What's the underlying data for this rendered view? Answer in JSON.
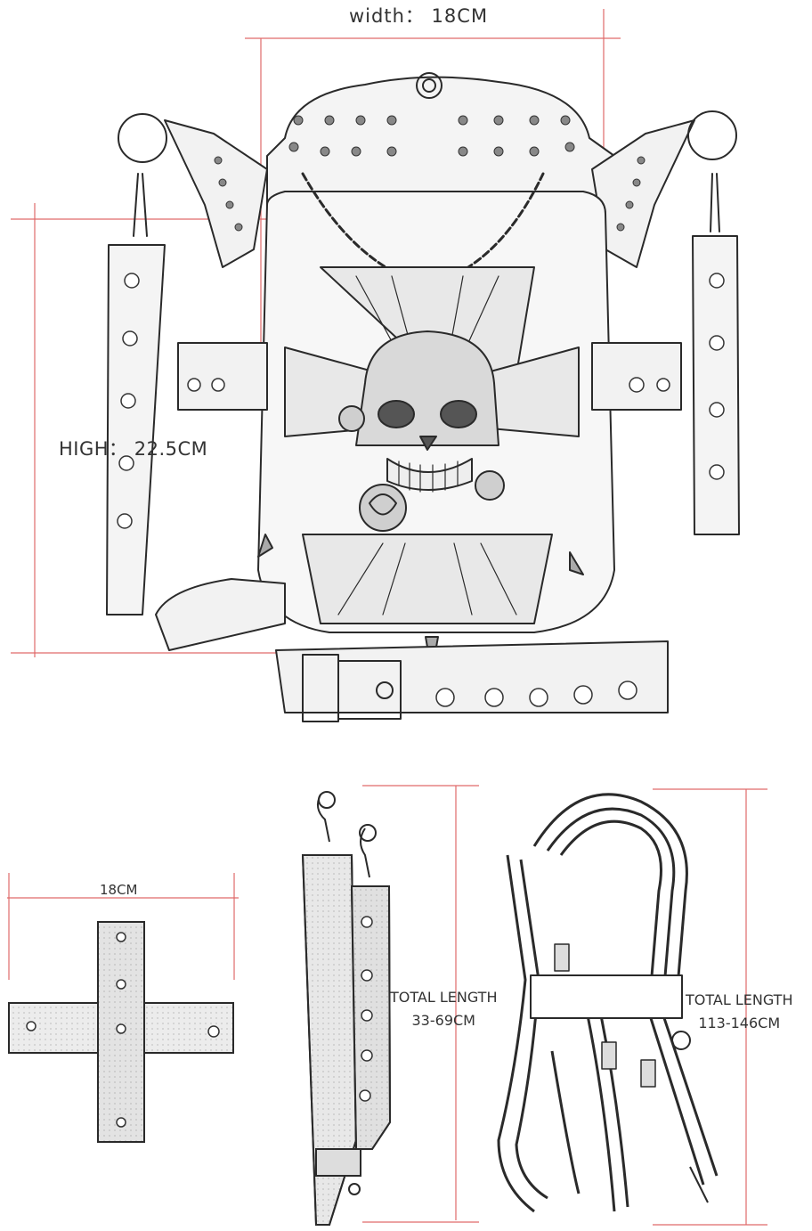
{
  "dimensions": {
    "bag_width": "width：  18CM",
    "bag_height": "HIGH：  22.5CM",
    "harness_width": "18CM",
    "short_strap_title": "TOTAL LENGTH",
    "short_strap_value": "33-69CM",
    "long_strap_title": "TOTAL LENGTH",
    "long_strap_value": "113-146CM"
  },
  "colors": {
    "dimension_line": "#e06a6a",
    "sketch_line": "#2a2a2a",
    "background": "#ffffff"
  },
  "illustrations": [
    "skull-bag-sketch",
    "cross-harness-piece",
    "short-strap-pair",
    "long-coiled-strap"
  ]
}
